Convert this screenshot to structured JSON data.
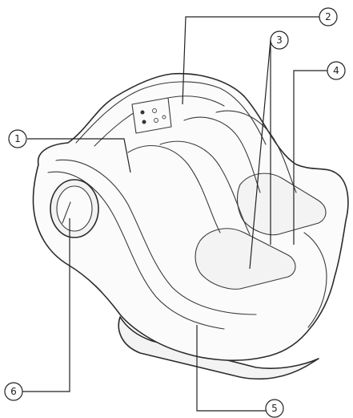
{
  "diagram": {
    "callouts": [
      {
        "id": "1",
        "label": "1"
      },
      {
        "id": "2",
        "label": "2"
      },
      {
        "id": "3",
        "label": "3"
      },
      {
        "id": "4",
        "label": "4"
      },
      {
        "id": "5",
        "label": "5"
      },
      {
        "id": "6",
        "label": "6"
      }
    ]
  },
  "colors": {
    "line": "#2b2b2b",
    "background": "#ffffff"
  }
}
